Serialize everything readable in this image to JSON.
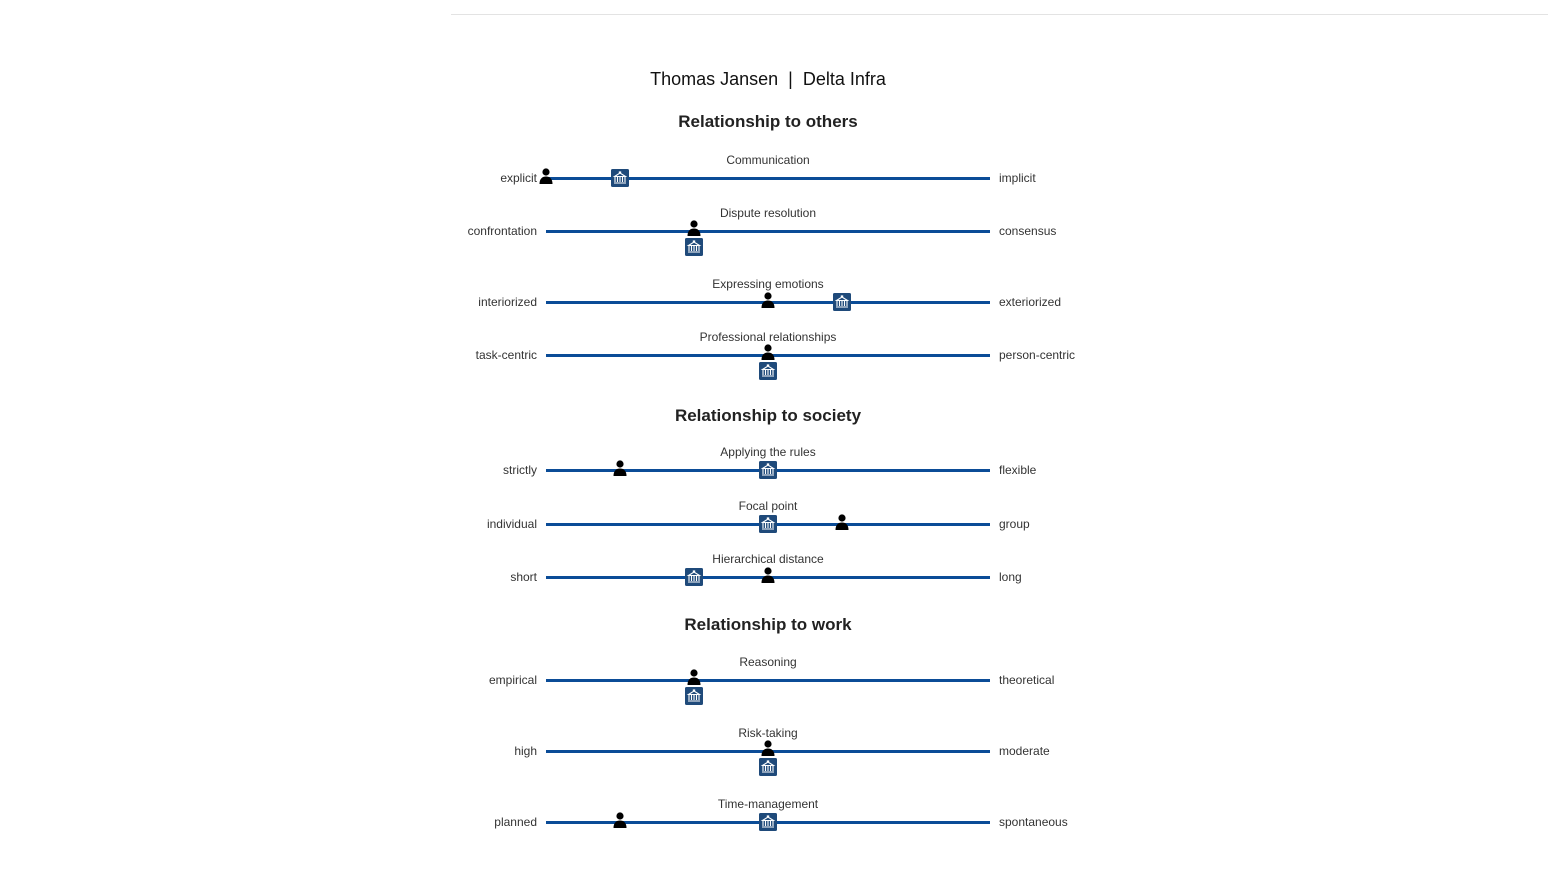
{
  "header": {
    "person": "Thomas Jansen",
    "separator": "|",
    "company": "Delta Infra",
    "title": "Thomas Jansen  |  Delta Infra"
  },
  "colors": {
    "track": "#0b4c97",
    "company_marker_bg": "#1f4a7a",
    "person_marker": "#000000"
  },
  "legend_icons": {
    "person": "person-icon",
    "company": "building-icon"
  },
  "scale": {
    "min": 0,
    "max": 6
  },
  "sections": [
    {
      "title": "Relationship to others",
      "dimensions": [
        {
          "title": "Communication",
          "left": "explicit",
          "right": "implicit",
          "person": 0,
          "company": 1,
          "stacked": false
        },
        {
          "title": "Dispute resolution",
          "left": "confrontation",
          "right": "consensus",
          "person": 2,
          "company": 2,
          "stacked": true
        },
        {
          "title": "Expressing emotions",
          "left": "interiorized",
          "right": "exteriorized",
          "person": 3,
          "company": 4,
          "stacked": false
        },
        {
          "title": "Professional relationships",
          "left": "task-centric",
          "right": "person-centric",
          "person": 3,
          "company": 3,
          "stacked": true
        }
      ]
    },
    {
      "title": "Relationship to society",
      "dimensions": [
        {
          "title": "Applying the rules",
          "left": "strictly",
          "right": "flexible",
          "person": 1,
          "company": 3,
          "stacked": false
        },
        {
          "title": "Focal point",
          "left": "individual",
          "right": "group",
          "person": 4,
          "company": 3,
          "stacked": false
        },
        {
          "title": "Hierarchical distance",
          "left": "short",
          "right": "long",
          "person": 3,
          "company": 2,
          "stacked": false
        }
      ]
    },
    {
      "title": "Relationship to work",
      "dimensions": [
        {
          "title": "Reasoning",
          "left": "empirical",
          "right": "theoretical",
          "person": 2,
          "company": 2,
          "stacked": true
        },
        {
          "title": "Risk-taking",
          "left": "high",
          "right": "moderate",
          "person": 3,
          "company": 3,
          "stacked": true
        },
        {
          "title": "Time-management",
          "left": "planned",
          "right": "spontaneous",
          "person": 1,
          "company": 3,
          "stacked": false
        }
      ]
    }
  ]
}
